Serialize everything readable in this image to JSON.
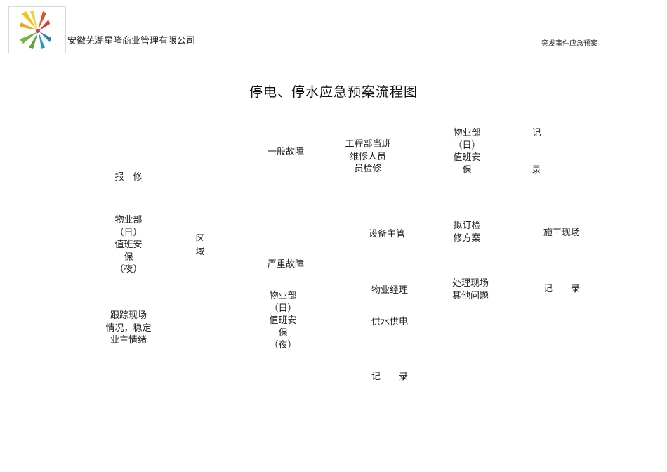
{
  "header": {
    "company_name": "安徽芜湖星隆商业管理有限公司",
    "doc_type": "突发事件应急预案"
  },
  "title": "停电、停水应急预案流程图",
  "flow": {
    "report": "报　修",
    "property_left": [
      "物业部",
      "（日）",
      "值班安",
      "保",
      "（夜）"
    ],
    "track_site": [
      "跟踪现场",
      "情况，稳定",
      "业主情绪"
    ],
    "area": [
      "区",
      "域"
    ],
    "general_fault": "一般故障",
    "serious_fault": "严重故障",
    "property_center": [
      "物业部",
      "（日）",
      "值班安",
      "保",
      "（夜）"
    ],
    "engineering_duty": [
      "工程部当班",
      "维修人员",
      "员检修"
    ],
    "equipment_head": "设备主管",
    "property_manager": "物业经理",
    "water_power_supply": "供水供电",
    "record_bottom": "记　　录",
    "property_right": [
      "物业部",
      "（日）",
      "值班安",
      "保"
    ],
    "record_top_right": [
      "记",
      "录"
    ],
    "draft_plan": [
      "拟订检",
      "修方案"
    ],
    "construction_site": "施工现场",
    "handle_issues": [
      "处理现场",
      "其他问题"
    ],
    "record_right": "记　　录"
  }
}
